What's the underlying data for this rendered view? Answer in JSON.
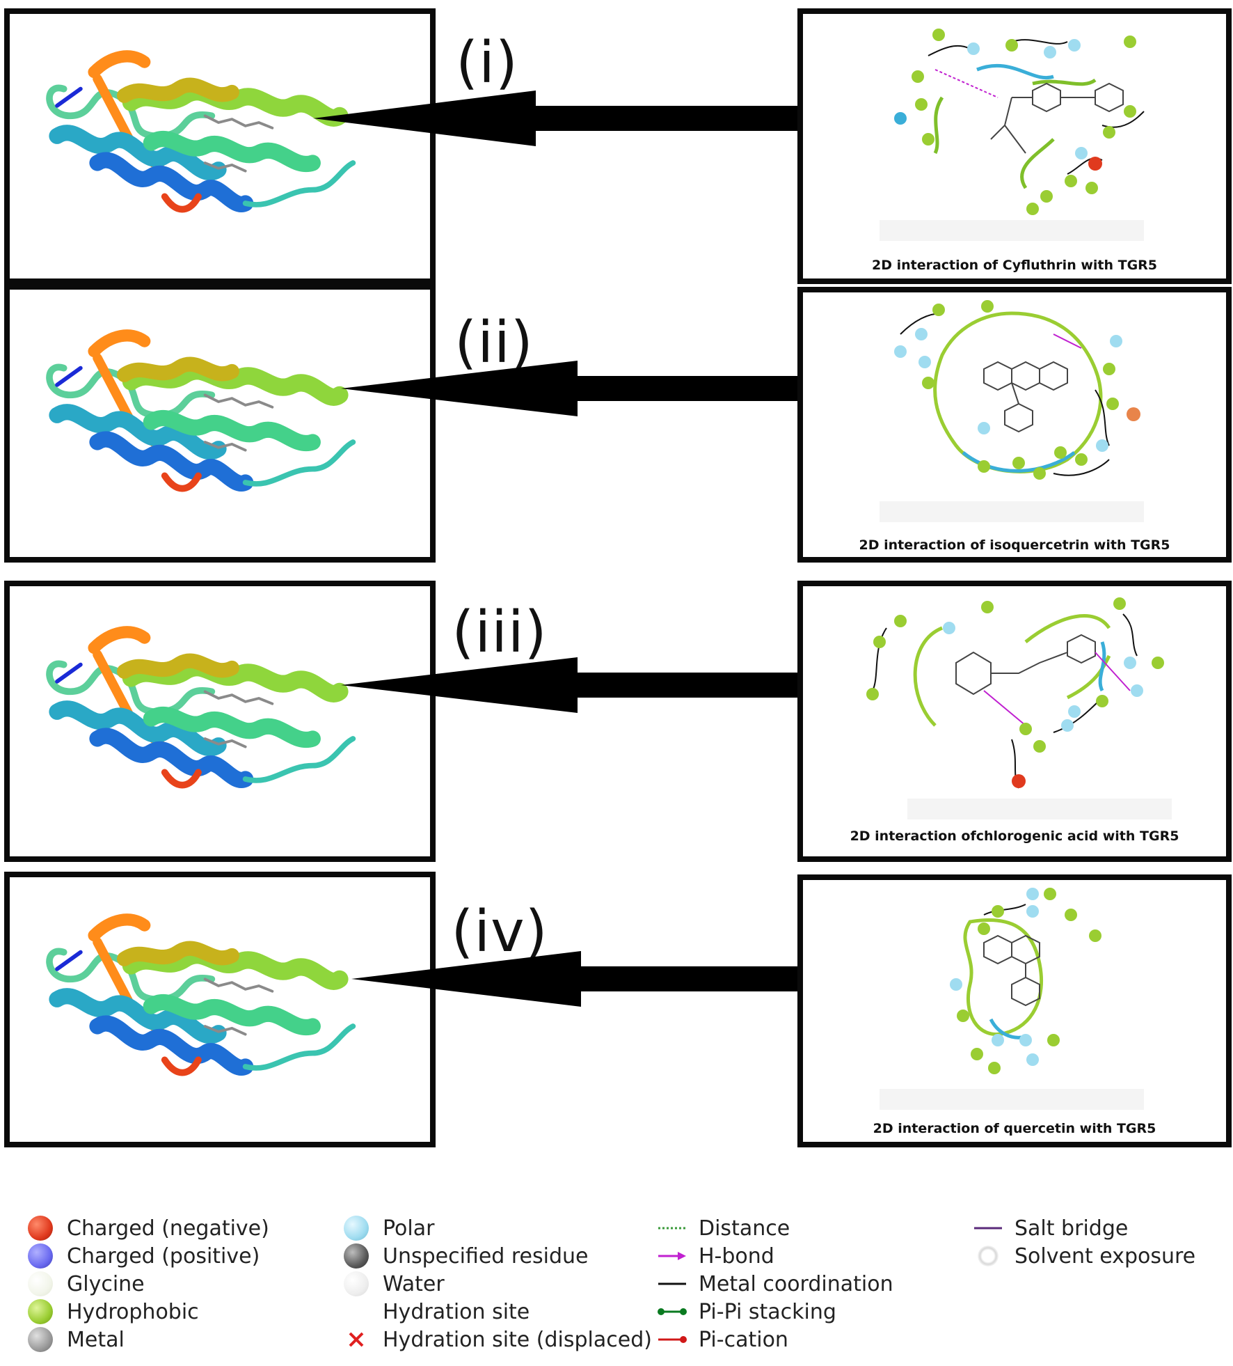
{
  "panels": [
    {
      "label": "(i)",
      "caption": "2D interaction of Cyfluthrin with TGR5"
    },
    {
      "label": "(ii)",
      "caption": "2D interaction of isoquercetrin with TGR5"
    },
    {
      "label": "(iii)",
      "caption": "2D interaction ofchlorogenic acid with TGR5"
    },
    {
      "label": "(iv)",
      "caption": "2D interaction of quercetin with TGR5"
    }
  ],
  "legend": {
    "col1": [
      {
        "label": "Charged (negative)",
        "icon": "red-sphere",
        "color": "#e03a1e"
      },
      {
        "label": "Charged (positive)",
        "icon": "blue-sphere",
        "color": "#6a6af0"
      },
      {
        "label": "Glycine",
        "icon": "white-sphere",
        "color": "#f2f5ea"
      },
      {
        "label": "Hydrophobic",
        "icon": "green-sphere",
        "color": "#9acd32"
      },
      {
        "label": "Metal",
        "icon": "gray-sphere",
        "color": "#9a9a9a"
      }
    ],
    "col2": [
      {
        "label": "Polar",
        "icon": "cyan-sphere",
        "color": "#9fdcf0"
      },
      {
        "label": "Unspecified residue",
        "icon": "dark-gray-sphere",
        "color": "#5a5a5a"
      },
      {
        "label": "Water",
        "icon": "light-sphere",
        "color": "#eeeeee"
      },
      {
        "label": "Hydration site",
        "icon": "blank",
        "color": "#ffffff"
      },
      {
        "label": "Hydration site (displaced)",
        "icon": "red-x",
        "color": "#e02020"
      }
    ],
    "col3": [
      {
        "label": "Distance",
        "icon": "dotted-green-line",
        "color": "#3a9a3a"
      },
      {
        "label": "H-bond",
        "icon": "magenta-arrow",
        "color": "#c020d0"
      },
      {
        "label": "Metal coordination",
        "icon": "black-line",
        "color": "#111111"
      },
      {
        "label": "Pi-Pi stacking",
        "icon": "green-dumbbell",
        "color": "#0a7a20"
      },
      {
        "label": "Pi-cation",
        "icon": "red-dumbbell",
        "color": "#d01818"
      }
    ],
    "col4": [
      {
        "label": "Salt bridge",
        "icon": "purple-line",
        "color": "#5a2a7a"
      },
      {
        "label": "Solvent exposure",
        "icon": "halo-circle",
        "color": "#dddddd"
      }
    ]
  }
}
